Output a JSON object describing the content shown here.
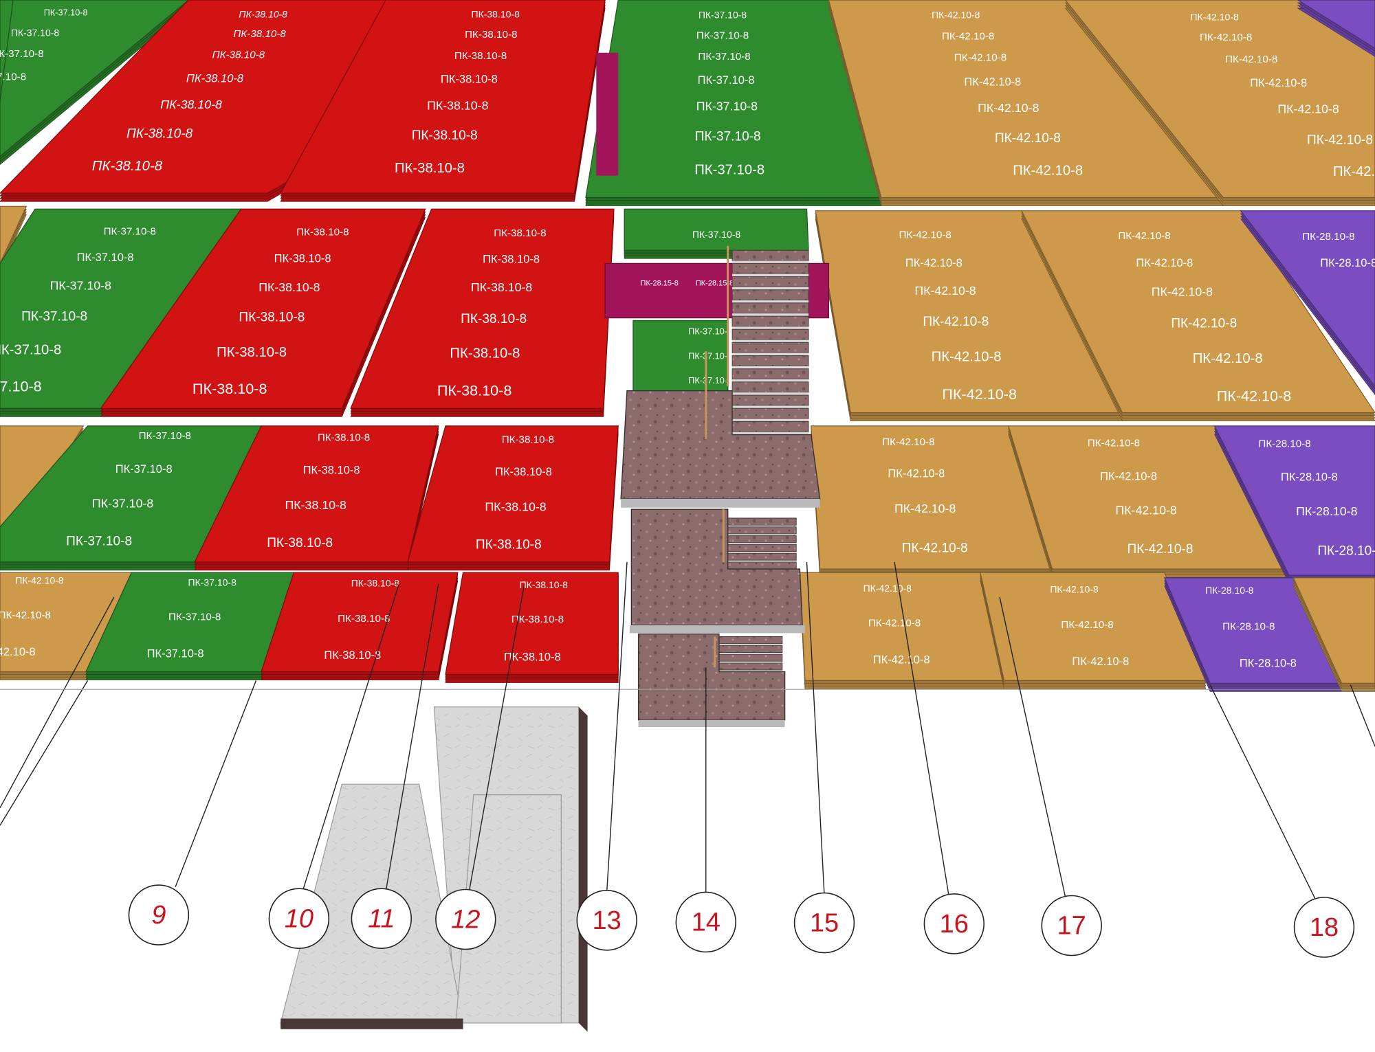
{
  "colors": {
    "green": "#2e8b2e",
    "red": "#d21314",
    "tan": "#cd9a4c",
    "purple": "#7a4ec0",
    "magenta": "#a3155a",
    "stair": "#8a6a6a",
    "concrete": "#d6d6d6",
    "axis_text": "#c8141e"
  },
  "slab_types": {
    "pk37": "ПК-37.10-8",
    "pk38": "ПК-38.10-8",
    "pk42": "ПК-42.10-8",
    "pk28": "ПК-28.10-8",
    "pk2815": "ПК-28.15-8"
  },
  "axes": [
    "9",
    "10",
    "11",
    "12",
    "13",
    "14",
    "15",
    "16",
    "17",
    "18"
  ]
}
